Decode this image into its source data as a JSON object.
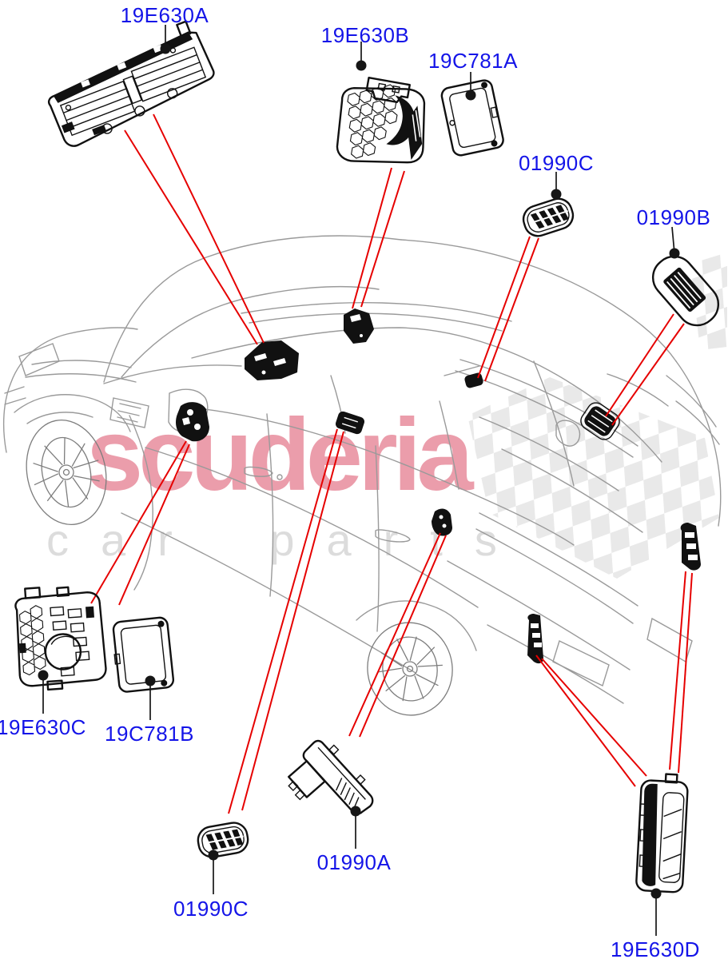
{
  "watermark": {
    "brand": "scuderia",
    "tagline": "car parts"
  },
  "labels": [
    {
      "part_number": "19E630A"
    },
    {
      "part_number": "19E630B"
    },
    {
      "part_number": "19C781A"
    },
    {
      "part_number": "01990C"
    },
    {
      "part_number": "01990B"
    },
    {
      "part_number": "19E630C"
    },
    {
      "part_number": "19C781B"
    },
    {
      "part_number": "01990C"
    },
    {
      "part_number": "01990A"
    },
    {
      "part_number": "19E630D"
    }
  ],
  "colors": {
    "label_blue": "#1414e8",
    "callout_red": "#e60000",
    "leader_black": "#161616",
    "car_line_gray": "#9a9a9a",
    "watermark_pink": "#eb9dab",
    "watermark_gray": "#dcdcdc",
    "checker_gray": "#d2d2d2",
    "background": "#ffffff"
  }
}
